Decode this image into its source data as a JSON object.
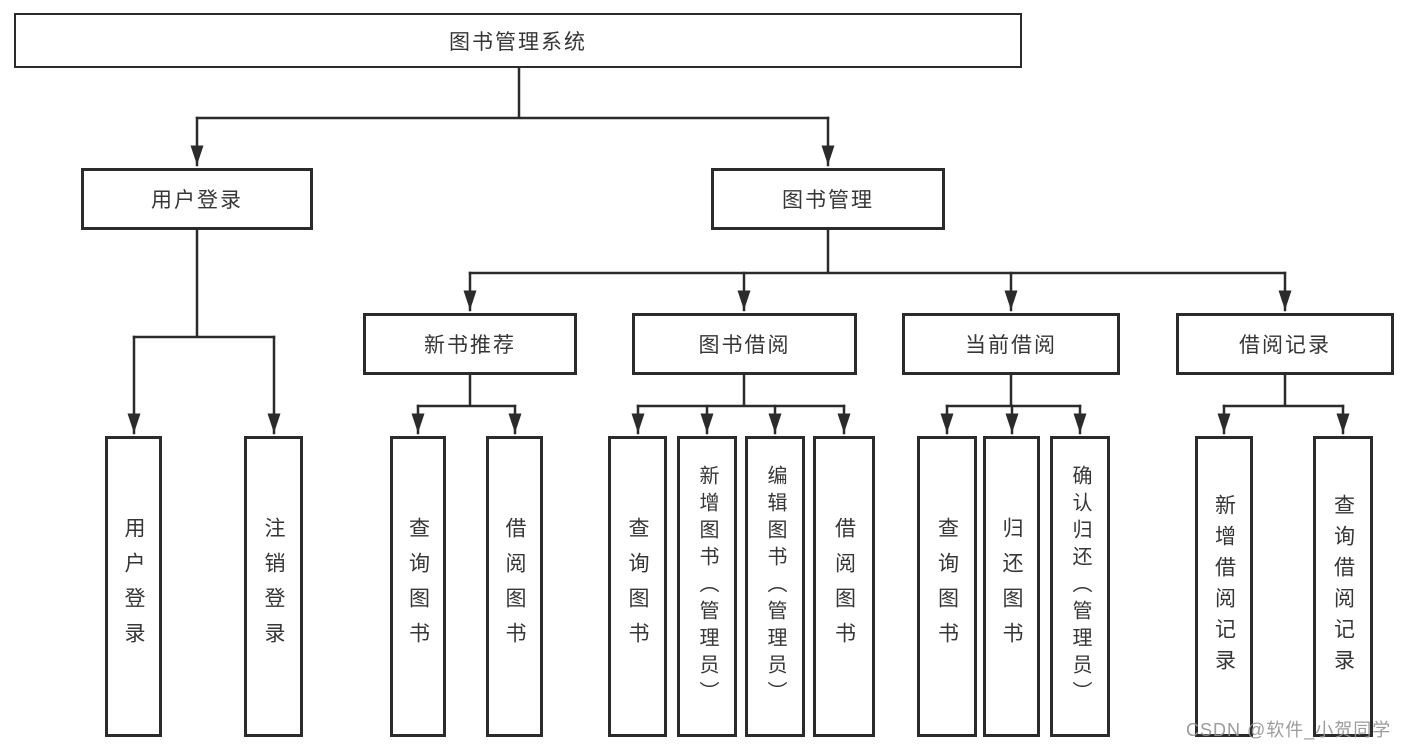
{
  "diagram": {
    "root": "图书管理系统",
    "user_login": {
      "label": "用户登录",
      "children": [
        "用户登录",
        "注销登录"
      ]
    },
    "book_mgmt": {
      "label": "图书管理",
      "sections": [
        {
          "label": "新书推荐",
          "children": [
            "查询图书",
            "借阅图书"
          ]
        },
        {
          "label": "图书借阅",
          "children": [
            "查询图书",
            "新增图书（管理员）",
            "编辑图书（管理员）",
            "借阅图书"
          ]
        },
        {
          "label": "当前借阅",
          "children": [
            "查询图书",
            "归还图书",
            "确认归还（管理员）"
          ]
        },
        {
          "label": "借阅记录",
          "children": [
            "新增借阅记录",
            "查询借阅记录"
          ]
        }
      ]
    }
  },
  "watermark": "CSDN @软件_小贺同学",
  "colors": {
    "line": "#2b2b2b",
    "text": "#363636",
    "watermark": "#949494",
    "background": "#ffffff"
  }
}
